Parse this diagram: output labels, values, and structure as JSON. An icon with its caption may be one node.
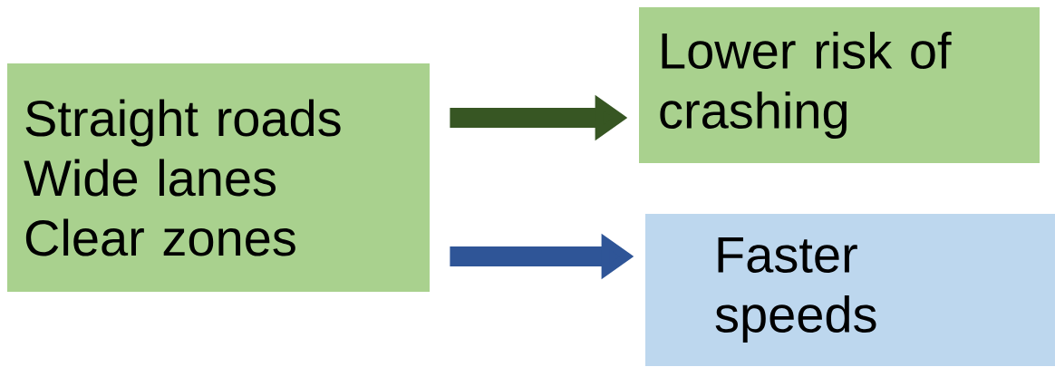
{
  "diagram": {
    "nodes": [
      {
        "text": [
          "Straight roads",
          "Wide lanes",
          "Clear zones"
        ]
      },
      {
        "text": [
          "Lower risk of crashing"
        ]
      },
      {
        "text": [
          "Faster speeds"
        ]
      }
    ],
    "edges": [
      {
        "from": 0,
        "to": 1,
        "arrow": "to",
        "color": "#375623"
      },
      {
        "from": 0,
        "to": 2,
        "arrow": "to",
        "color": "#2f5597"
      }
    ]
  }
}
